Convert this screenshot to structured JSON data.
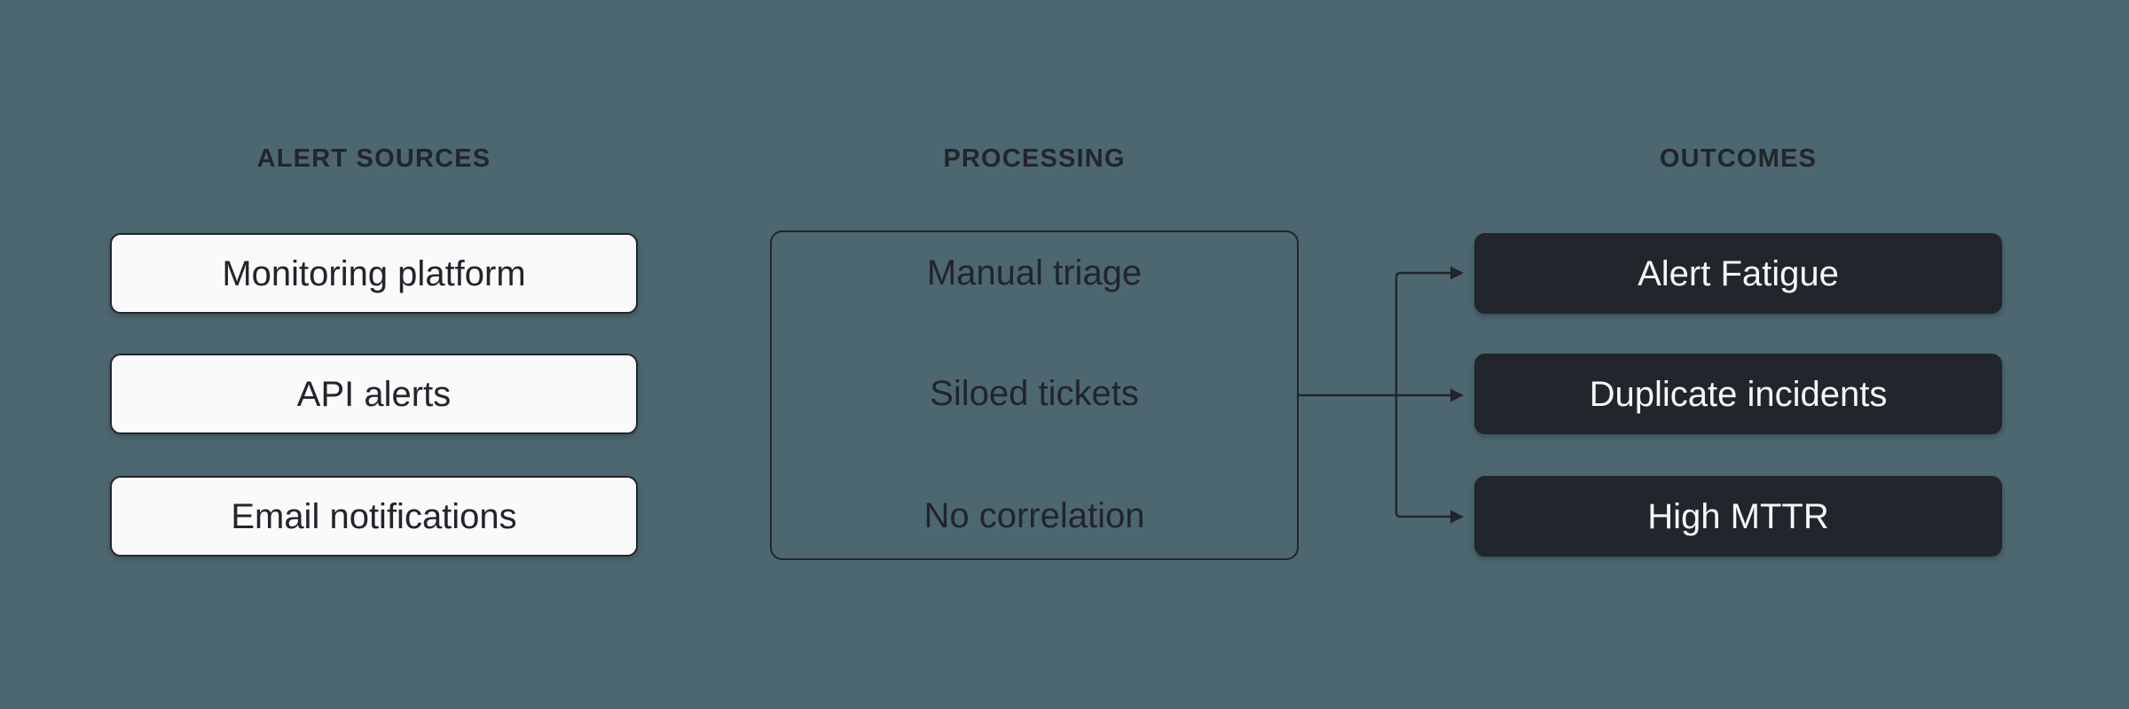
{
  "colors": {
    "background": "#4c6770",
    "ink": "#22252b",
    "card_light": "#fafafa",
    "card_dark": "#22252b",
    "text_light": "#f7f8f8"
  },
  "columns": [
    {
      "id": "alert-sources",
      "header": "ALERT SOURCES",
      "items": [
        "Monitoring platform",
        "API alerts",
        "Email notifications"
      ]
    },
    {
      "id": "processing",
      "header": "PROCESSING",
      "items": [
        "Manual triage",
        "Siloed tickets",
        "No correlation"
      ]
    },
    {
      "id": "outcomes",
      "header": "OUTCOMES",
      "items": [
        "Alert Fatigue",
        "Duplicate incidents",
        "High MTTR"
      ]
    }
  ],
  "connections": [
    {
      "from": "PROCESSING",
      "to": "Alert Fatigue"
    },
    {
      "from": "PROCESSING",
      "to": "Duplicate incidents"
    },
    {
      "from": "PROCESSING",
      "to": "High MTTR"
    }
  ]
}
